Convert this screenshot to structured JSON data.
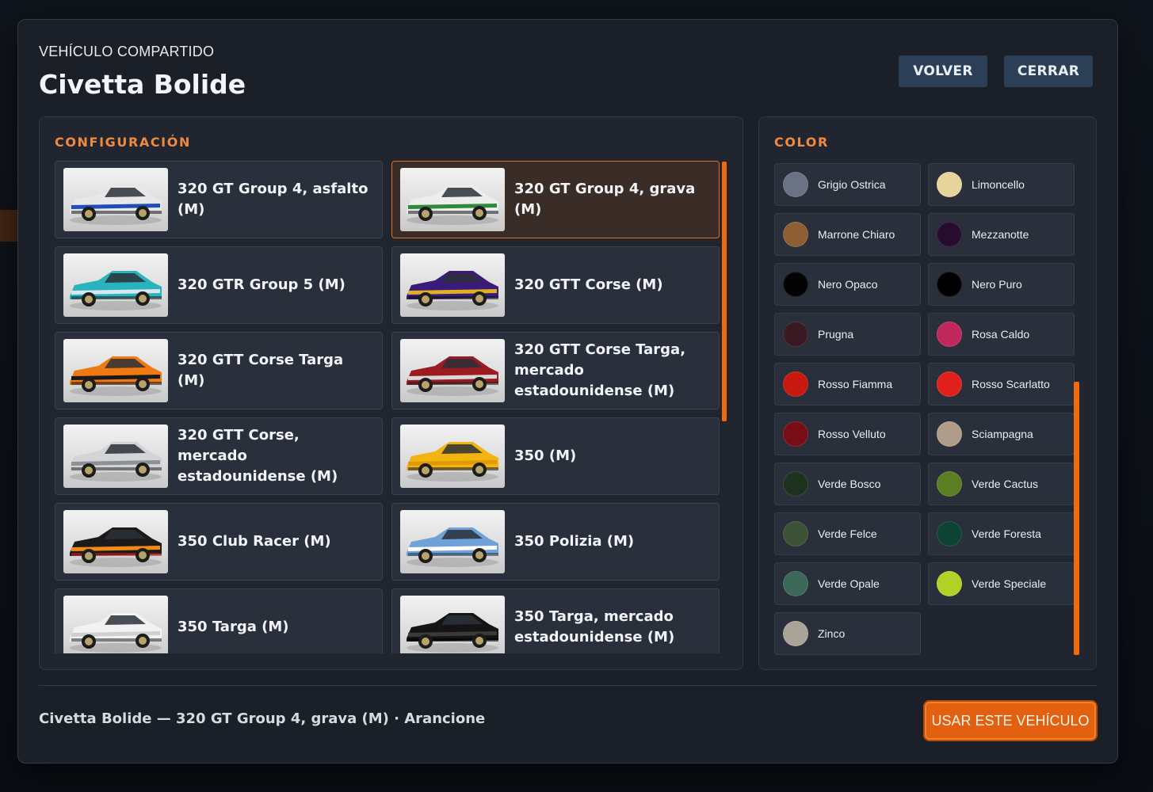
{
  "header": {
    "eyebrow": "VEHÍCULO COMPARTIDO",
    "title": "Civetta Bolide",
    "back_label": "VOLVER",
    "close_label": "CERRAR"
  },
  "configuration": {
    "label": "CONFIGURACIÓN",
    "selected_index": 1,
    "items": [
      {
        "name": "320 GT Group 4, asfalto (M)",
        "livery": "white-blue"
      },
      {
        "name": "320 GT Group 4, grava (M)",
        "livery": "white-green"
      },
      {
        "name": "320 GTR Group 5 (M)",
        "livery": "teal"
      },
      {
        "name": "320 GTT Corse (M)",
        "livery": "purple"
      },
      {
        "name": "320 GTT Corse Targa (M)",
        "livery": "orange"
      },
      {
        "name": "320 GTT Corse Targa, mercado estadounidense (M)",
        "livery": "red"
      },
      {
        "name": "320 GTT Corse, mercado estadounidense (M)",
        "livery": "silver"
      },
      {
        "name": "350 (M)",
        "livery": "yellow"
      },
      {
        "name": "350 Club Racer (M)",
        "livery": "black-orange"
      },
      {
        "name": "350 Polizia (M)",
        "livery": "police-blue"
      },
      {
        "name": "350 Targa (M)",
        "livery": "white"
      },
      {
        "name": "350 Targa, mercado estadounidense (M)",
        "livery": "black"
      }
    ]
  },
  "color": {
    "label": "COLOR",
    "items": [
      {
        "name": "Grigio Ostrica",
        "hex": "#6a7283"
      },
      {
        "name": "Limoncello",
        "hex": "#e6d49a"
      },
      {
        "name": "Marrone Chiaro",
        "hex": "#8e5f35"
      },
      {
        "name": "Mezzanotte",
        "hex": "#260d30"
      },
      {
        "name": "Nero Opaco",
        "hex": "#030303"
      },
      {
        "name": "Nero Puro",
        "hex": "#000000"
      },
      {
        "name": "Prugna",
        "hex": "#3a1a22"
      },
      {
        "name": "Rosa Caldo",
        "hex": "#c0285c"
      },
      {
        "name": "Rosso Fiamma",
        "hex": "#c7190f"
      },
      {
        "name": "Rosso Scarlatto",
        "hex": "#e1201d"
      },
      {
        "name": "Rosso Velluto",
        "hex": "#7a0e17"
      },
      {
        "name": "Sciampagna",
        "hex": "#b09d89"
      },
      {
        "name": "Verde Bosco",
        "hex": "#1d3320"
      },
      {
        "name": "Verde Cactus",
        "hex": "#5c7e22"
      },
      {
        "name": "Verde Felce",
        "hex": "#3c5237"
      },
      {
        "name": "Verde Foresta",
        "hex": "#0d4333"
      },
      {
        "name": "Verde Opale",
        "hex": "#3d6757"
      },
      {
        "name": "Verde Speciale",
        "hex": "#b3d027"
      },
      {
        "name": "Zinco",
        "hex": "#a9a398"
      }
    ]
  },
  "footer": {
    "summary": "Civetta Bolide — 320 GT Group 4, grava (M) · Arancione",
    "use_label": "USAR ESTE VEHÍCULO"
  },
  "colors": {
    "accent": "#f06a0f",
    "label_accent": "#f08a3c",
    "header_button": "#2b4056"
  }
}
